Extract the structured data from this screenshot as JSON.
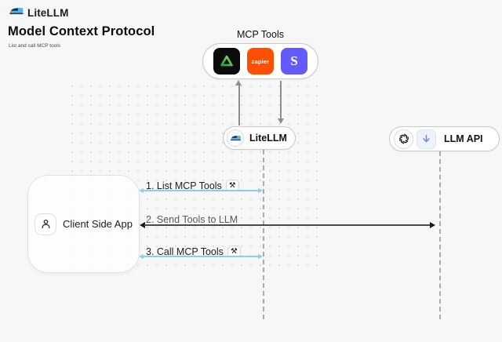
{
  "header": {
    "brand": "LiteLLM"
  },
  "hero": {
    "title": "Model Context Protocol",
    "subtitle": "List and call MCP tools"
  },
  "mcp_tools": {
    "label": "MCP Tools",
    "tiles": [
      {
        "name": "triangle-tool-icon",
        "bg": "#0B0B0B"
      },
      {
        "name": "zapier-icon",
        "bg": "#FF4F00",
        "text": "zapier"
      },
      {
        "name": "stripe-icon",
        "bg": "#635BFF",
        "text": "S"
      }
    ]
  },
  "nodes": {
    "litellm": {
      "label": "LiteLLM"
    },
    "llm_api": {
      "label": "LLM API"
    },
    "client": {
      "label": "Client Side App"
    }
  },
  "messages": [
    {
      "label": "1. List MCP Tools",
      "tool_badge": true,
      "style": "blue"
    },
    {
      "label": "2. Send Tools to LLM",
      "tool_badge": false,
      "style": "dark"
    },
    {
      "label": "3. Call MCP Tools",
      "tool_badge": true,
      "style": "blue"
    }
  ],
  "icons": {
    "tool_badge_glyph": "⚒"
  },
  "colors": {
    "background": "#F7F7F8",
    "dot_grid": "#D9D9D9",
    "node_border": "#C9C9C9",
    "lifeline": "#ABABAB",
    "arrow_blue": "#8ECCE8",
    "arrow_dark": "#4A4A4A",
    "arrow_gray": "#8F8F8F",
    "zapier_orange": "#FF4F00",
    "stripe_purple": "#635BFF",
    "triangle_green": "#35C24A",
    "provider_blue": "#5B8DEF"
  }
}
